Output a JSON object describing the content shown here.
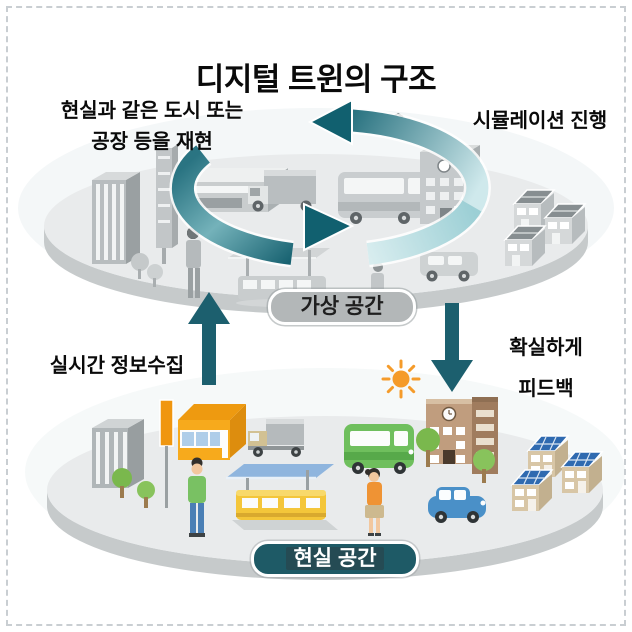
{
  "diagram": {
    "title": "디지털 트윈의 구조",
    "annotations": {
      "top_left_line1": "현실과 같은 도시 또는",
      "top_left_line2": "공장 등을 재현",
      "top_right": "시뮬레이션 진행",
      "left": "실시간 정보수집",
      "right_line1": "확실하게",
      "right_line2": "피드백"
    },
    "labels": {
      "virtual_space": "가상 공간",
      "real_space": "현실 공간"
    }
  },
  "icons": {
    "circulation_loop": "↺",
    "up_arrow": "↑",
    "down_arrow": "↓",
    "sun": "☀"
  },
  "colors": {
    "arrow": "#1c5f6e",
    "loop_dark": "#11606f",
    "loop_light": "#cde8eb",
    "virtual_pill_bg": "#b3b7b8",
    "virtual_pill_text": "#1f1f1f",
    "real_pill_bg": "#1e5a66",
    "real_pill_text": "#ffffff",
    "sun": "#f59b2a",
    "title_text": "#0a0a0a",
    "border_dash": "#c9ced2"
  }
}
